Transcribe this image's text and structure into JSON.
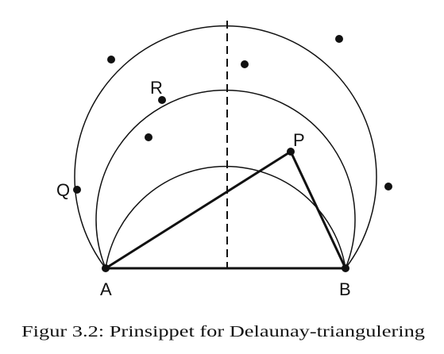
{
  "figure": {
    "caption": "Figur 3.2: Prinsippet for Delaunay-triangulering",
    "points": {
      "A": "A",
      "B": "B",
      "P": "P",
      "Q": "Q",
      "R": "R"
    },
    "colors": {
      "ink": "#111111",
      "background": "#ffffff"
    }
  }
}
